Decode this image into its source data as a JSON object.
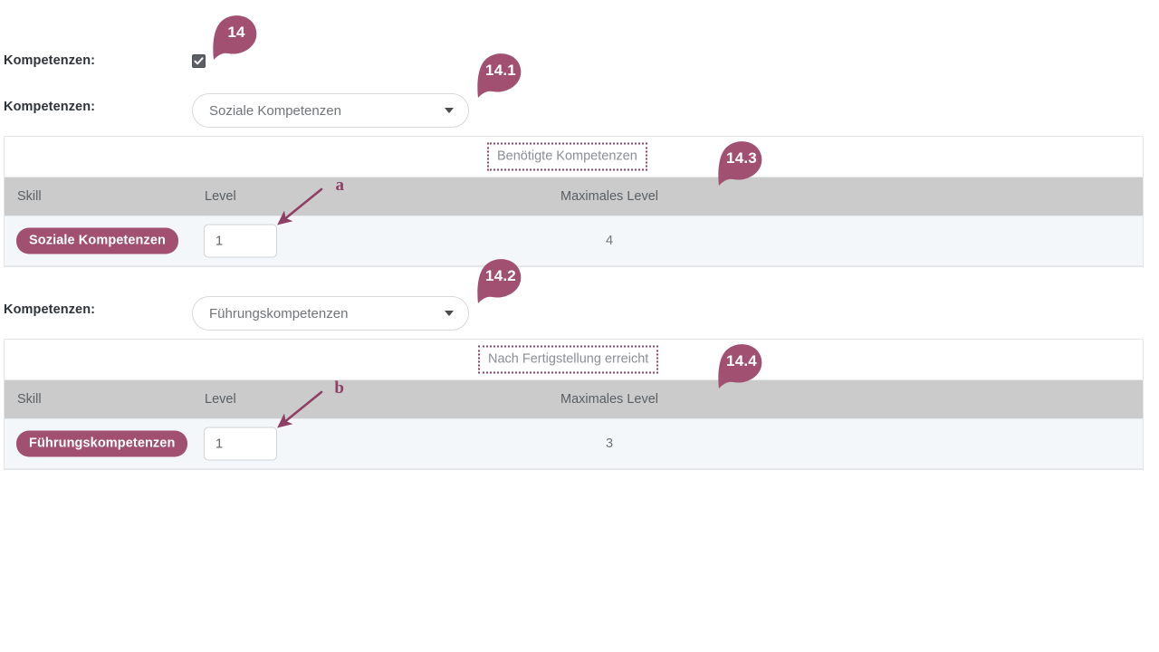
{
  "theme": {
    "accent": "#a15072",
    "annotation": "#8f3f63",
    "badge_bg": "#a15072",
    "table_header_bg": "#cbcbcb",
    "table_row_bg": "#f4f7f9",
    "label_color": "#2e3338",
    "muted_text": "#6f7479"
  },
  "sections": [
    {
      "checkbox_row": {
        "label": "Kompetenzen:",
        "checked": true,
        "checkbox_name": "kompetenzen-checkbox",
        "icon": "check-icon"
      },
      "select_row": {
        "label": "Kompetenzen:",
        "value": "Soziale Kompetenzen",
        "caret_icon": "chevron-down-icon"
      },
      "table": {
        "caption": "Benötigte Kompetenzen",
        "columns": [
          "Skill",
          "Level",
          "Maximales Level"
        ],
        "rows": [
          {
            "skill": "Soziale Kompetenzen",
            "level": "1",
            "max_level": "4"
          }
        ]
      },
      "arrow_letter": "a"
    },
    {
      "select_row": {
        "label": "Kompetenzen:",
        "value": "Führungskompetenzen",
        "caret_icon": "chevron-down-icon"
      },
      "table": {
        "caption": "Nach Fertigstellung erreicht",
        "columns": [
          "Skill",
          "Level",
          "Maximales Level"
        ],
        "rows": [
          {
            "skill": "Führungskompetenzen",
            "level": "1",
            "max_level": "3"
          }
        ]
      },
      "arrow_letter": "b"
    }
  ],
  "callouts": [
    {
      "id": "pin-14",
      "label": "14"
    },
    {
      "id": "pin-14-1",
      "label": "14.1"
    },
    {
      "id": "pin-14-3",
      "label": "14.3"
    },
    {
      "id": "pin-14-2",
      "label": "14.2"
    },
    {
      "id": "pin-14-4",
      "label": "14.4"
    }
  ]
}
